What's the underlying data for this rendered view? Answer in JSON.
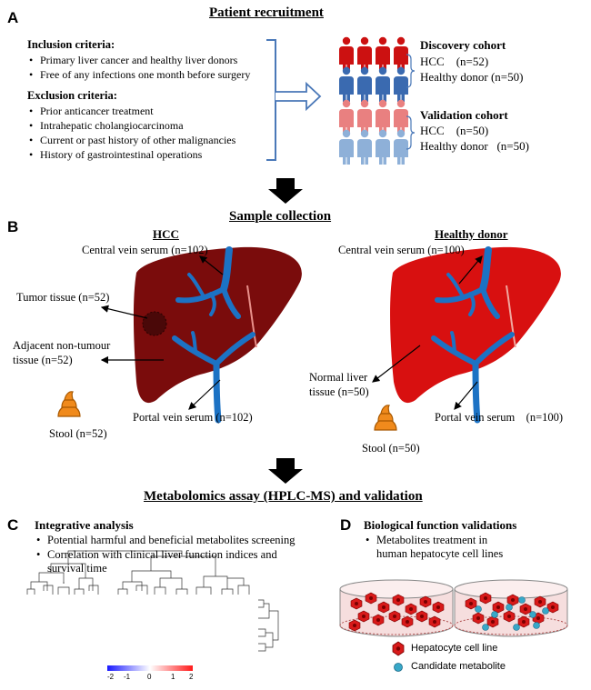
{
  "sectionA": {
    "letter": "A",
    "title": "Patient recruitment",
    "inclusion_title": "Inclusion criteria:",
    "inclusion_items": [
      "Primary liver cancer and healthy liver donors",
      "Free of any infections one month before surgery"
    ],
    "exclusion_title": "Exclusion criteria:",
    "exclusion_items": [
      "Prior anticancer treatment",
      "Intrahepatic cholangiocarcinoma",
      "Current or past history of other malignancies",
      "History of gastrointestinal operations"
    ],
    "discovery": {
      "title": "Discovery cohort",
      "hcc": "HCC    (n=52)",
      "healthy": "Healthy donor (n=50)"
    },
    "validation": {
      "title": "Validation cohort",
      "hcc": "HCC    (n=50)",
      "healthy": "Healthy donor   (n=50)"
    },
    "colors": {
      "hcc_dark": "#cc1111",
      "donor_dark": "#3a6ab0",
      "hcc_light": "#e98080",
      "donor_light": "#8eb0d8"
    }
  },
  "sectionB": {
    "letter": "B",
    "title": "Sample collection",
    "hcc": {
      "title": "HCC",
      "central": "Central vein serum (n=102)",
      "tumor": "Tumor tissue (n=52)",
      "adjacent_1": "Adjacent non-tumour",
      "adjacent_2": "tissue (n=52)",
      "portal": "Portal vein serum (n=102)",
      "stool": "Stool (n=52)"
    },
    "donor": {
      "title": "Healthy donor",
      "central": "Central vein serum (n=100)",
      "normal_1": "Normal liver",
      "normal_2": "tissue (n=50)",
      "portal": "Portal vein serum    (n=100)",
      "stool": "Stool (n=50)"
    },
    "colors": {
      "liver_hcc": "#7a0c0c",
      "liver_donor": "#d81010",
      "vein": "#1c72c4",
      "tumor": "#4a0808",
      "stool": "#f08a1c"
    }
  },
  "sectionC": {
    "letter": "C",
    "main_title": "Metabolomics assay (HPLC-MS) and validation",
    "title": "Integrative analysis",
    "items": [
      "Potential harmful and beneficial metabolites screening",
      "Correlation with clinical liver function indices and"
    ],
    "item_cont": "survival time",
    "scale_labels": [
      "-2",
      "-1",
      "0",
      "1",
      "2"
    ]
  },
  "sectionD": {
    "letter": "D",
    "title": "Biological function validations",
    "item": "Metabolites treatment in",
    "item_cont": "human hepatocyte cell lines",
    "legend_cell": "Hepatocyte cell line",
    "legend_metabolite": "Candidate metabolite",
    "colors": {
      "cell": "#d81a1a",
      "metabolite": "#38a8c8",
      "dish": "#f6dede"
    }
  }
}
